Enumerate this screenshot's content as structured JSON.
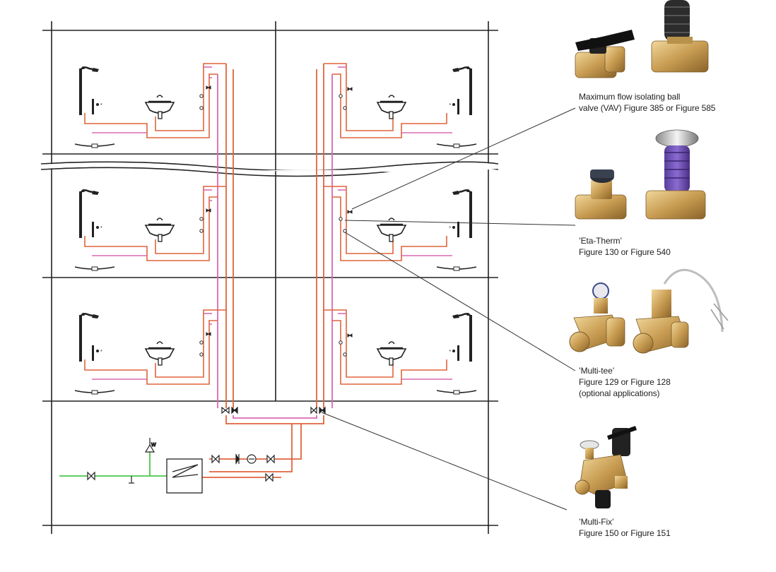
{
  "colors": {
    "hot_pipe": "#e0643c",
    "circ_pipe": "#d86ab0",
    "cold_pipe": "#4cc44c",
    "structure": "#222222",
    "brass": "#c89c52",
    "leader": "#333333"
  },
  "captions": {
    "vav": {
      "line1": "Maximum flow isolating ball",
      "line2": "valve (VAV) Figure 385 or Figure 585"
    },
    "eta_therm": {
      "line1": "’Eta-Therm’",
      "line2": "Figure 130 or Figure 540"
    },
    "multi_tee": {
      "line1": "’Multi-tee’",
      "line2": "Figure 129 or Figure 128",
      "line3": "(optional applications)"
    },
    "multi_fix": {
      "line1": "’Multi-Fix’",
      "line2": "Figure 150 or Figure 151"
    }
  }
}
